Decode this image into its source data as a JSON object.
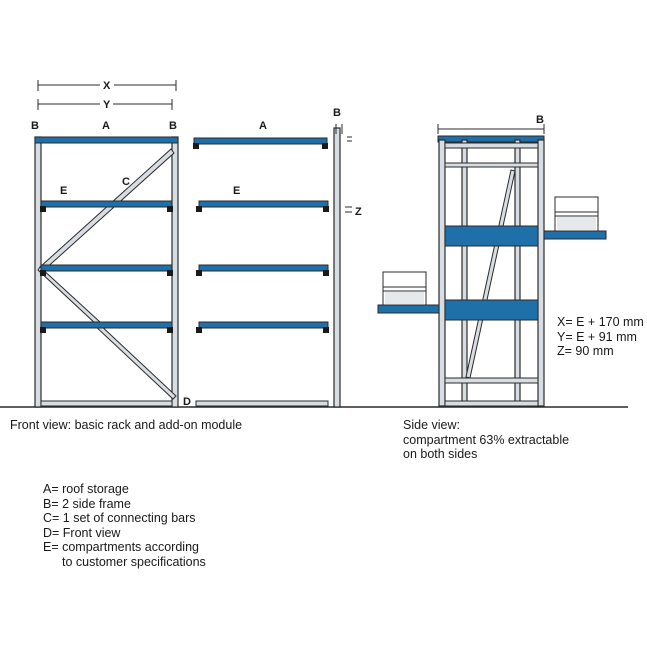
{
  "labels": {
    "x": "X",
    "y": "Y",
    "a": "A",
    "b": "B",
    "c": "C",
    "d": "D",
    "e": "E",
    "z": "Z"
  },
  "captions": {
    "front_view": "Front view: basic rack and add-on module",
    "side_view_title": "Side view:",
    "side_view_line2": "compartment 63% extractable",
    "side_view_line3": "on both sides"
  },
  "dimensions": [
    "X= E + 170 mm",
    "Y= E + 91 mm",
    "Z= 90 mm"
  ],
  "legend": [
    "A= roof storage",
    "B= 2 side frame",
    "C= 1 set of connecting bars",
    "D= Front view",
    "E= compartments according",
    "to customer specifications"
  ],
  "colors": {
    "shelf_blue": "#1f6fa8",
    "frame_fill": "#d7dde2",
    "outline": "#2b2b2b"
  }
}
